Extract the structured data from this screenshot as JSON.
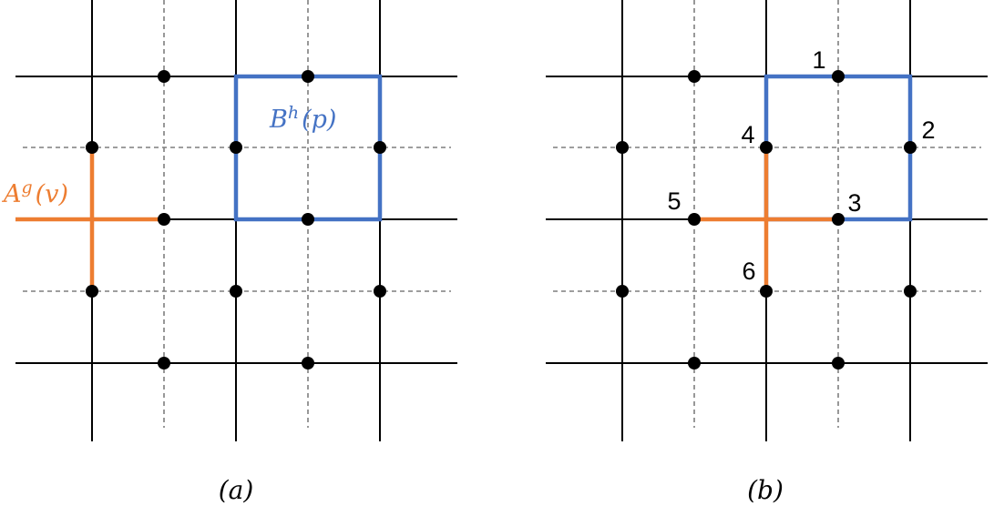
{
  "colors": {
    "grid": "#000000",
    "dual_grid": "#7f7f7f",
    "vertex_operator": "#ED7D31",
    "plaquette_operator": "#4472C4",
    "dot": "#000000",
    "background": "#ffffff"
  },
  "panel_a": {
    "caption": "(a)",
    "vertex_label": {
      "base": "A",
      "sup": "g",
      "arg": "(v)"
    },
    "plaquette_label": {
      "base": "B",
      "sup": "h",
      "arg": "(p)"
    }
  },
  "panel_b": {
    "caption": "(b)",
    "edge_numbers": [
      "1",
      "2",
      "3",
      "4",
      "5",
      "6"
    ]
  }
}
